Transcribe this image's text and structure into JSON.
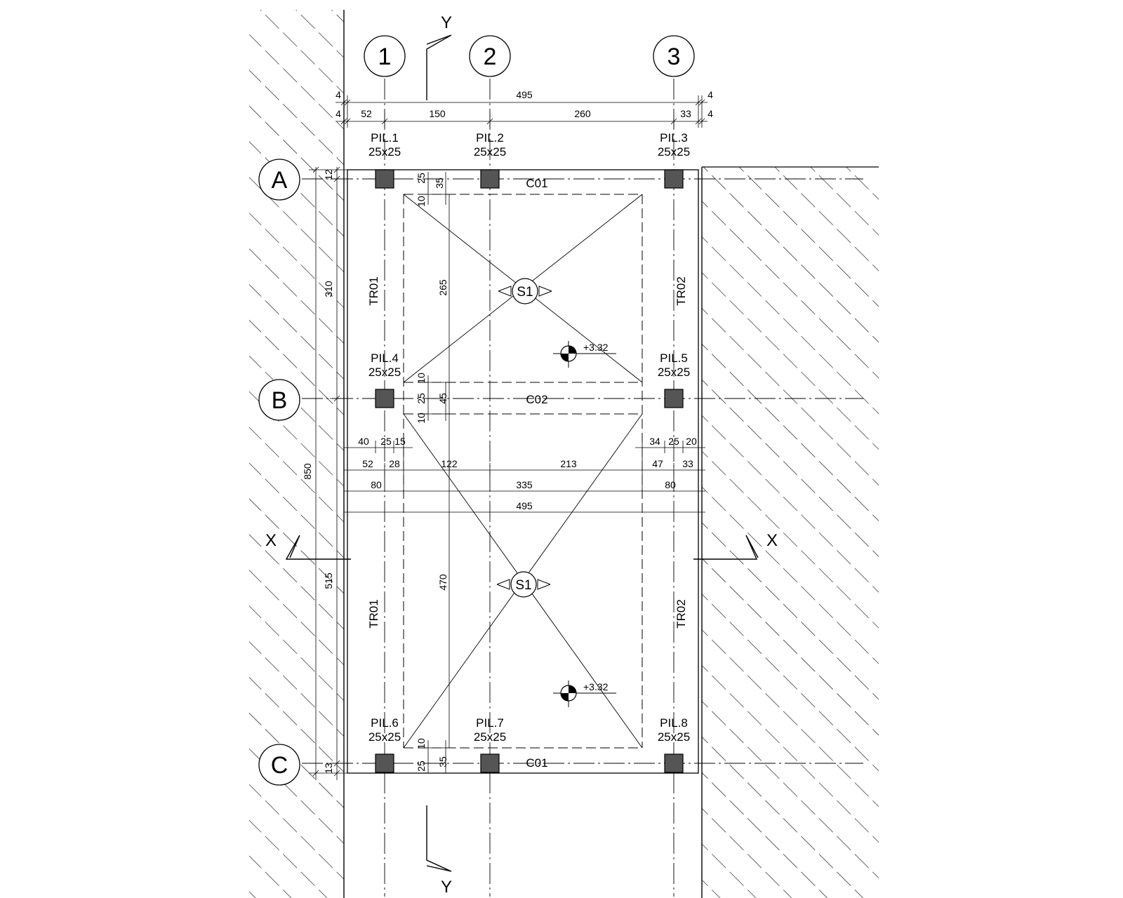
{
  "grid": {
    "columns": [
      "1",
      "2",
      "3"
    ],
    "rows": [
      "A",
      "B",
      "C"
    ]
  },
  "section_marks": {
    "x": "X",
    "y": "Y"
  },
  "pillars": [
    {
      "name": "PIL.1",
      "size": "25x25"
    },
    {
      "name": "PIL.2",
      "size": "25x25"
    },
    {
      "name": "PIL.3",
      "size": "25x25"
    },
    {
      "name": "PIL.4",
      "size": "25x25"
    },
    {
      "name": "PIL.5",
      "size": "25x25"
    },
    {
      "name": "PIL.6",
      "size": "25x25"
    },
    {
      "name": "PIL.7",
      "size": "25x25"
    },
    {
      "name": "PIL.8",
      "size": "25x25"
    }
  ],
  "beams": {
    "c01_top": "C01",
    "c02": "C02",
    "c01_bottom": "C01",
    "tr01_upper": "TR01",
    "tr02_upper": "TR02",
    "tr01_lower": "TR01",
    "tr02_lower": "TR02"
  },
  "slabs": {
    "s1_upper": "S1",
    "s1_lower": "S1"
  },
  "elevations": {
    "upper": "+3.32",
    "lower": "+3.32"
  },
  "dimensions": {
    "top_total": "495",
    "top_left_edge": "4",
    "top_right_edge": "4",
    "top2_left_edge": "4",
    "top2_a": "52",
    "top2_b": "150",
    "top2_c": "260",
    "top2_d": "33",
    "top2_right_edge": "4",
    "left_12": "12",
    "left_310": "310",
    "left_850": "850",
    "left_515": "515",
    "left_13": "13",
    "v_25_top": "25",
    "v_35_top": "35",
    "v_10_a": "10",
    "v_265": "265",
    "v_10_b": "10",
    "v_25_mid": "25",
    "v_45": "45",
    "v_10_c": "10",
    "v_470": "470",
    "v_10_d": "10",
    "v_25_bot": "25",
    "v_35_bot": "35",
    "r1_40": "40",
    "r1_25a": "25",
    "r1_15": "15",
    "r1_34": "34",
    "r1_25b": "25",
    "r1_20": "20",
    "r2_52": "52",
    "r2_28": "28",
    "r2_122": "122",
    "r2_213": "213",
    "r2_47": "47",
    "r2_33": "33",
    "r3_80a": "80",
    "r3_335": "335",
    "r3_80b": "80",
    "r4_495": "495"
  }
}
